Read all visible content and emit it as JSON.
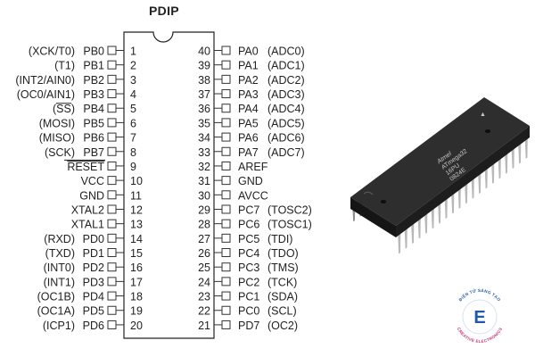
{
  "package_title": "PDIP",
  "left_pins": [
    {
      "alt": "(XCK/T0)",
      "port": "PB0",
      "num": "1",
      "overline": ""
    },
    {
      "alt": "(T1)",
      "port": "PB1",
      "num": "2",
      "overline": ""
    },
    {
      "alt": "(INT2/AIN0)",
      "port": "PB2",
      "num": "3",
      "overline": ""
    },
    {
      "alt": "(OC0/AIN1)",
      "port": "PB3",
      "num": "4",
      "overline": ""
    },
    {
      "alt": "(SS)",
      "port": "PB4",
      "num": "5",
      "overline": "alt"
    },
    {
      "alt": "(MOSI)",
      "port": "PB5",
      "num": "6",
      "overline": ""
    },
    {
      "alt": "(MISO)",
      "port": "PB6",
      "num": "7",
      "overline": ""
    },
    {
      "alt": "(SCK)",
      "port": "PB7",
      "num": "8",
      "overline": ""
    },
    {
      "alt": "",
      "port": "RESET",
      "num": "9",
      "overline": "port"
    },
    {
      "alt": "",
      "port": "VCC",
      "num": "10",
      "overline": ""
    },
    {
      "alt": "",
      "port": "GND",
      "num": "11",
      "overline": ""
    },
    {
      "alt": "",
      "port": "XTAL2",
      "num": "12",
      "overline": ""
    },
    {
      "alt": "",
      "port": "XTAL1",
      "num": "13",
      "overline": ""
    },
    {
      "alt": "(RXD)",
      "port": "PD0",
      "num": "14",
      "overline": ""
    },
    {
      "alt": "(TXD)",
      "port": "PD1",
      "num": "15",
      "overline": ""
    },
    {
      "alt": "(INT0)",
      "port": "PD2",
      "num": "16",
      "overline": ""
    },
    {
      "alt": "(INT1)",
      "port": "PD3",
      "num": "17",
      "overline": ""
    },
    {
      "alt": "(OC1B)",
      "port": "PD4",
      "num": "18",
      "overline": ""
    },
    {
      "alt": "(OC1A)",
      "port": "PD5",
      "num": "19",
      "overline": ""
    },
    {
      "alt": "(ICP1)",
      "port": "PD6",
      "num": "20",
      "overline": ""
    }
  ],
  "right_pins": [
    {
      "num": "40",
      "port": "PA0",
      "alt": "(ADC0)"
    },
    {
      "num": "39",
      "port": "PA1",
      "alt": "(ADC1)"
    },
    {
      "num": "38",
      "port": "PA2",
      "alt": "(ADC2)"
    },
    {
      "num": "37",
      "port": "PA3",
      "alt": "(ADC3)"
    },
    {
      "num": "36",
      "port": "PA4",
      "alt": "(ADC4)"
    },
    {
      "num": "35",
      "port": "PA5",
      "alt": "(ADC5)"
    },
    {
      "num": "34",
      "port": "PA6",
      "alt": "(ADC6)"
    },
    {
      "num": "33",
      "port": "PA7",
      "alt": "(ADC7)"
    },
    {
      "num": "32",
      "port": "AREF",
      "alt": ""
    },
    {
      "num": "31",
      "port": "GND",
      "alt": ""
    },
    {
      "num": "30",
      "port": "AVCC",
      "alt": ""
    },
    {
      "num": "29",
      "port": "PC7",
      "alt": "(TOSC2)"
    },
    {
      "num": "28",
      "port": "PC6",
      "alt": "(TOSC1)"
    },
    {
      "num": "27",
      "port": "PC5",
      "alt": "(TDI)"
    },
    {
      "num": "26",
      "port": "PC4",
      "alt": "(TDO)"
    },
    {
      "num": "25",
      "port": "PC3",
      "alt": "(TMS)"
    },
    {
      "num": "24",
      "port": "PC2",
      "alt": "(TCK)"
    },
    {
      "num": "23",
      "port": "PC1",
      "alt": "(SDA)"
    },
    {
      "num": "22",
      "port": "PC0",
      "alt": "(SCL)"
    },
    {
      "num": "21",
      "port": "PD7",
      "alt": "(OC2)"
    }
  ],
  "chip_marking": {
    "logo": "Atmel",
    "line1": "ATmega32",
    "line2": "16PU",
    "line3": "0824E"
  },
  "watermark": {
    "top_text": "ĐIỆN TỬ SÁNG TẠO",
    "bottom_text": "CREATIVE ELECTRONICS",
    "letter": "E"
  },
  "colors": {
    "chip_body": "#262626",
    "pin_metal": "#b8b8b8",
    "logo_blue": "#1e5aa8",
    "logo_pink": "#c43a7a"
  }
}
